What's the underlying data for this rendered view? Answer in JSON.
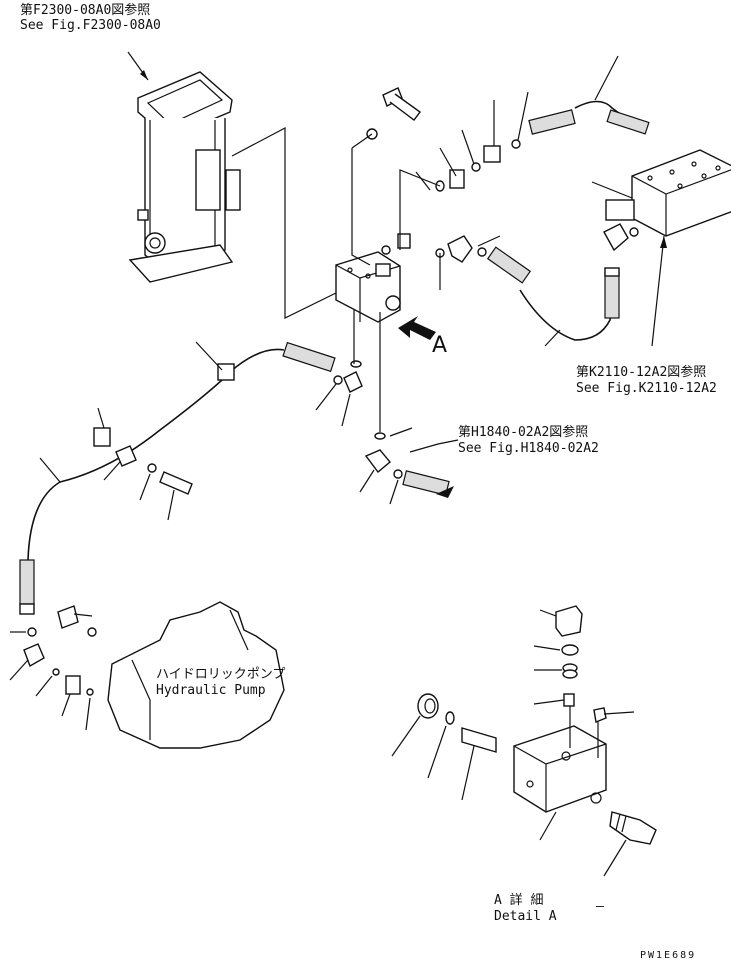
{
  "labels": {
    "ref_f2300_jp": "第F2300-08A0図参照",
    "ref_f2300_en": "See Fig.F2300-08A0",
    "ref_k2110_jp": "第K2110-12A2図参照",
    "ref_k2110_en": "See Fig.K2110-12A2",
    "ref_h1840_jp": "第H1840-02A2図参照",
    "ref_h1840_en": "See Fig.H1840-02A2",
    "pump_jp": "ハイドロリックポンプ",
    "pump_en": "Hydraulic Pump",
    "view_arrow_letter": "A",
    "detail_jp": "A 詳 細",
    "detail_en": "Detail A",
    "drawing_code": "PW1E689",
    "dash_mark": "–"
  }
}
